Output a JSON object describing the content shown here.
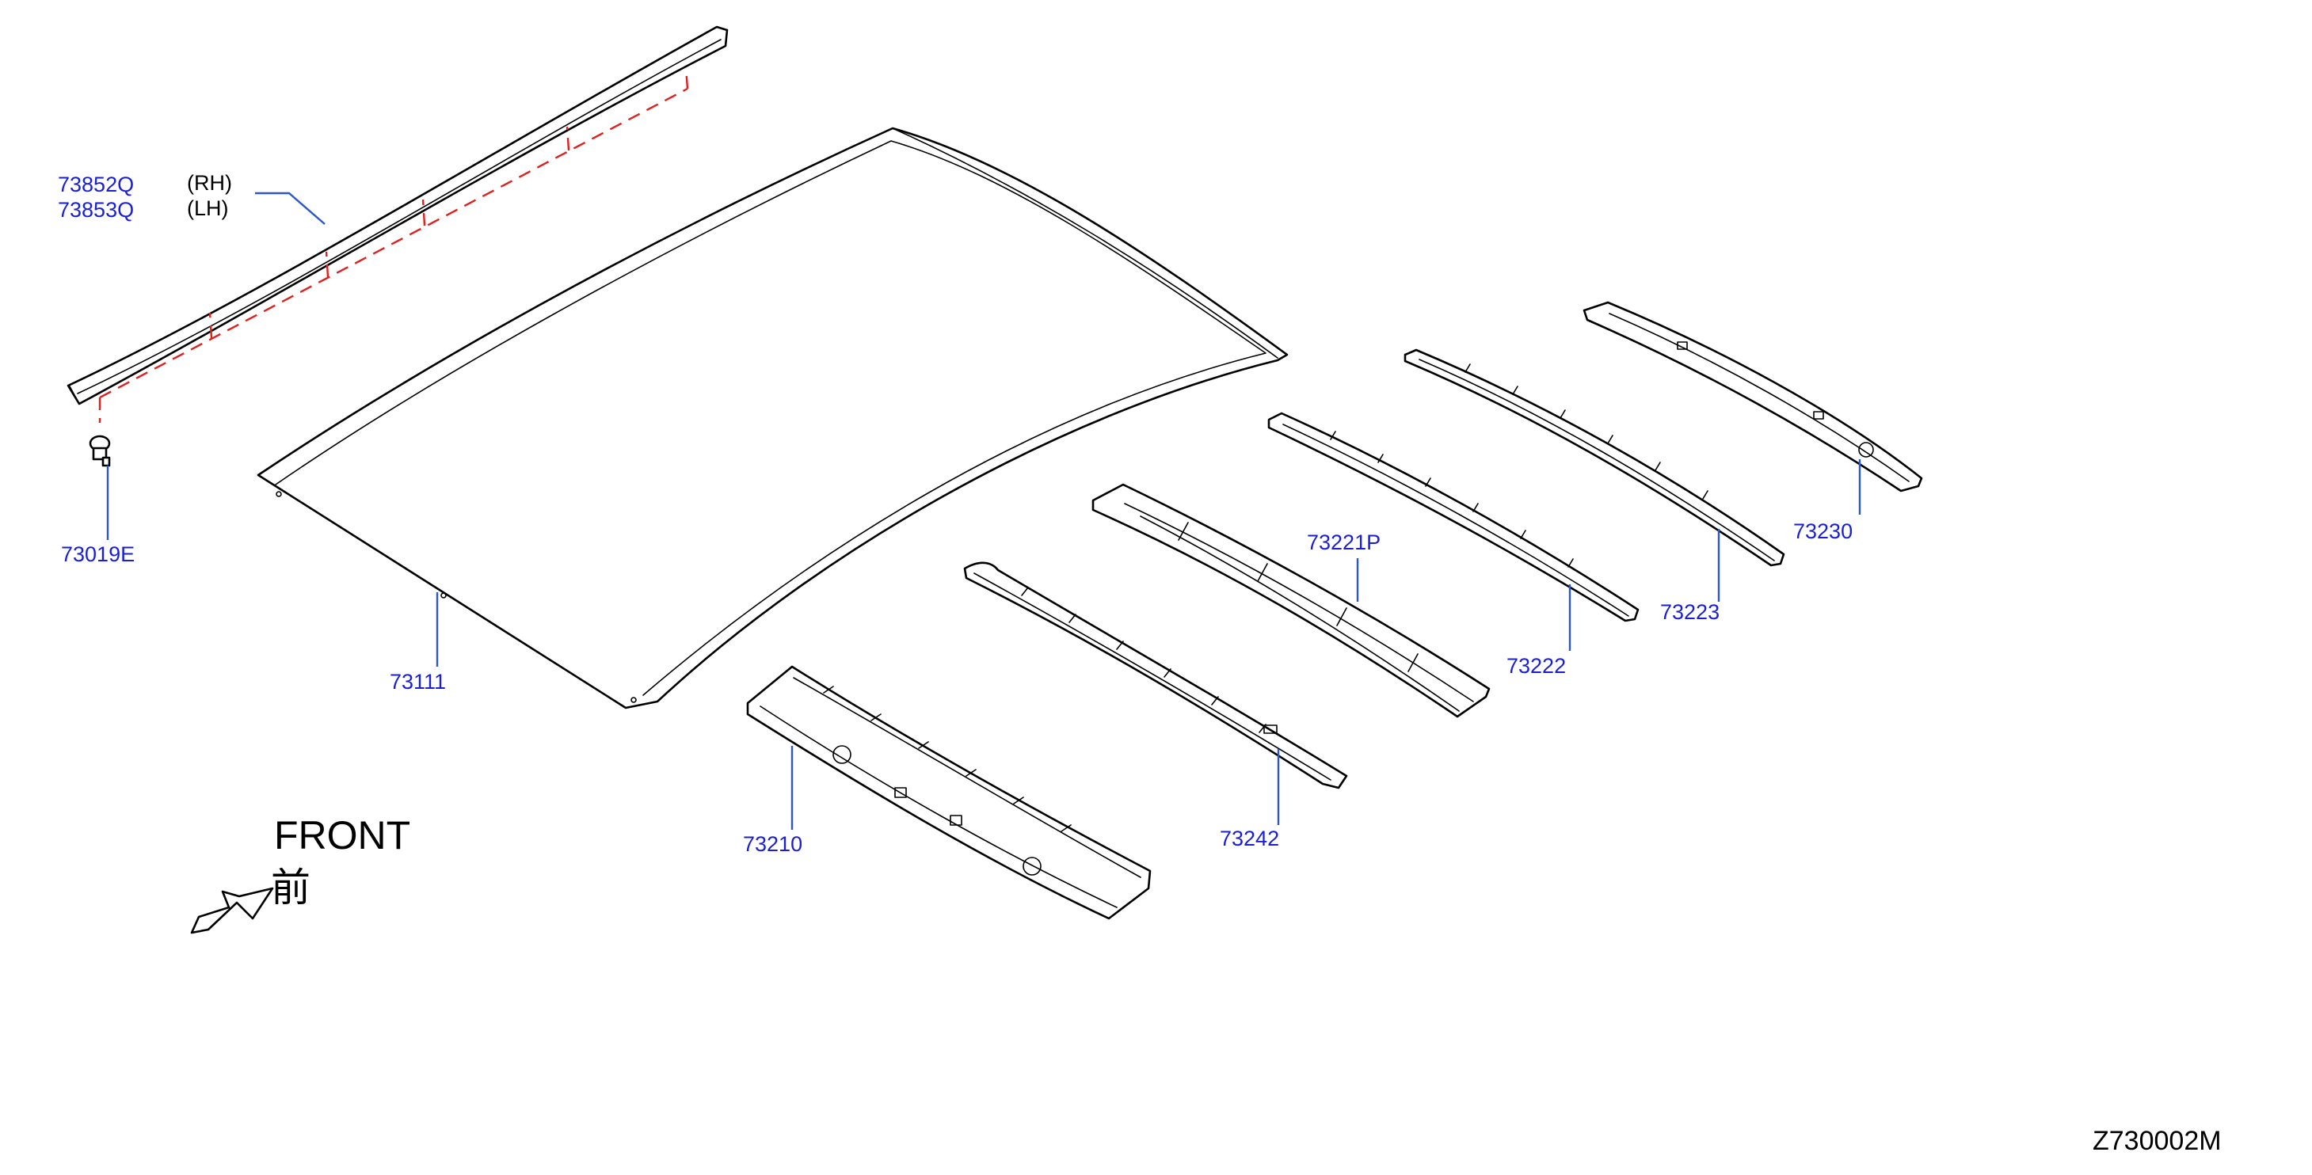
{
  "callouts": {
    "molding_rh": "73852Q",
    "molding_lh": "73853Q",
    "side_rh": "(RH)",
    "side_lh": "(LH)",
    "clip": "73019E",
    "roof_panel": "73111",
    "front_rail": "73210",
    "bow_73242": "73242",
    "bow_73221p": "73221P",
    "bow_73222": "73222",
    "bow_73223": "73223",
    "rear_rail": "73230"
  },
  "direction": {
    "front_en": "FRONT",
    "front_jp": "前"
  },
  "diagram_ref": "Z730002M",
  "colors": {
    "callout_text": "#1a1fd6",
    "leader_line": "#2b57c9",
    "dashed_guide": "#e0201c",
    "part_outline": "#000000"
  }
}
